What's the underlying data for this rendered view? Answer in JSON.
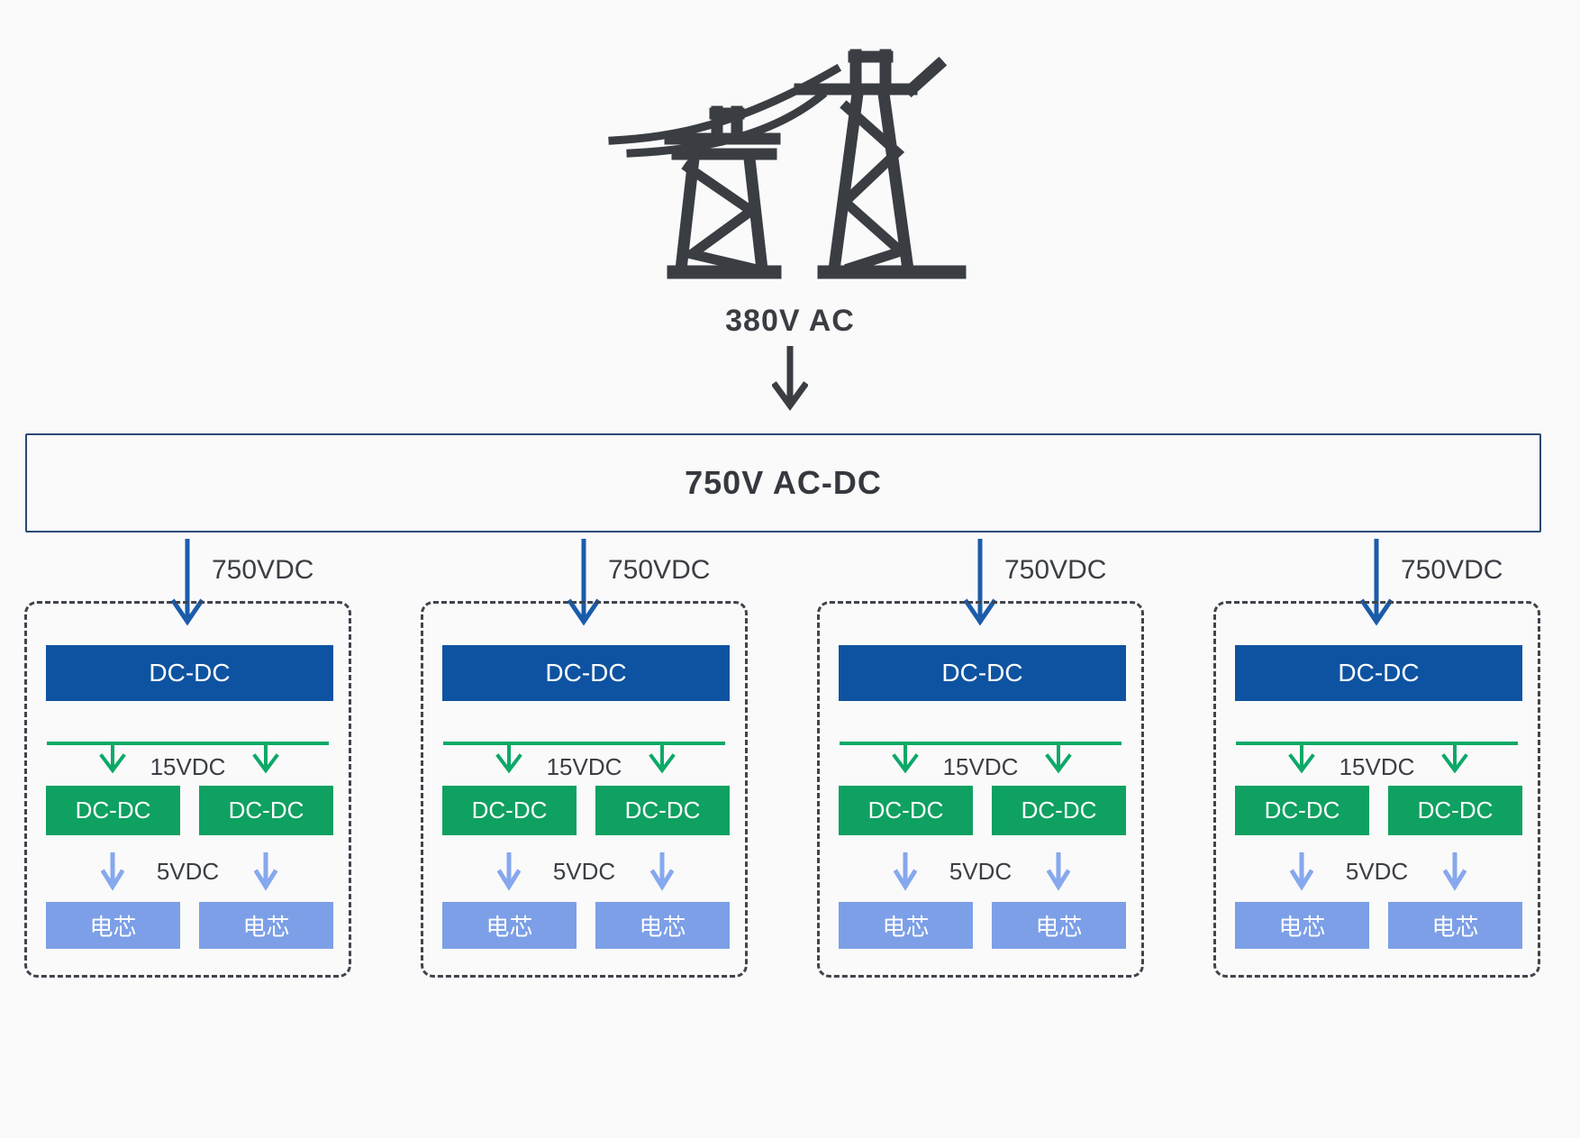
{
  "grid_source": {
    "label": "380V AC",
    "icon": "transmission-tower-icon"
  },
  "rectifier": {
    "label": "750V AC-DC"
  },
  "modules": [
    {
      "input_label": "750VDC",
      "stage1_converter": "DC-DC",
      "bus_label": "15VDC",
      "stage2_converters": [
        "DC-DC",
        "DC-DC"
      ],
      "output_label": "5VDC",
      "cells": [
        "电芯",
        "电芯"
      ]
    },
    {
      "input_label": "750VDC",
      "stage1_converter": "DC-DC",
      "bus_label": "15VDC",
      "stage2_converters": [
        "DC-DC",
        "DC-DC"
      ],
      "output_label": "5VDC",
      "cells": [
        "电芯",
        "电芯"
      ]
    },
    {
      "input_label": "750VDC",
      "stage1_converter": "DC-DC",
      "bus_label": "15VDC",
      "stage2_converters": [
        "DC-DC",
        "DC-DC"
      ],
      "output_label": "5VDC",
      "cells": [
        "电芯",
        "电芯"
      ]
    },
    {
      "input_label": "750VDC",
      "stage1_converter": "DC-DC",
      "bus_label": "15VDC",
      "stage2_converters": [
        "DC-DC",
        "DC-DC"
      ],
      "output_label": "5VDC",
      "cells": [
        "电芯",
        "电芯"
      ]
    }
  ],
  "colors": {
    "background": "#fafafa",
    "stage1_blue": "#0e53a1",
    "stage2_green": "#0fa161",
    "cell_light_blue": "#7c9fe7",
    "branch_arrow_blue": "#1b5cab",
    "bus_arrow_green": "#0ca967",
    "cell_arrow_light_blue": "#86a8ee",
    "rectifier_border_navy": "#2b4a73",
    "dashed_frame_gray": "#3f444d",
    "text_dark": "#3a3d43",
    "icon_dark": "#3a3d42"
  }
}
